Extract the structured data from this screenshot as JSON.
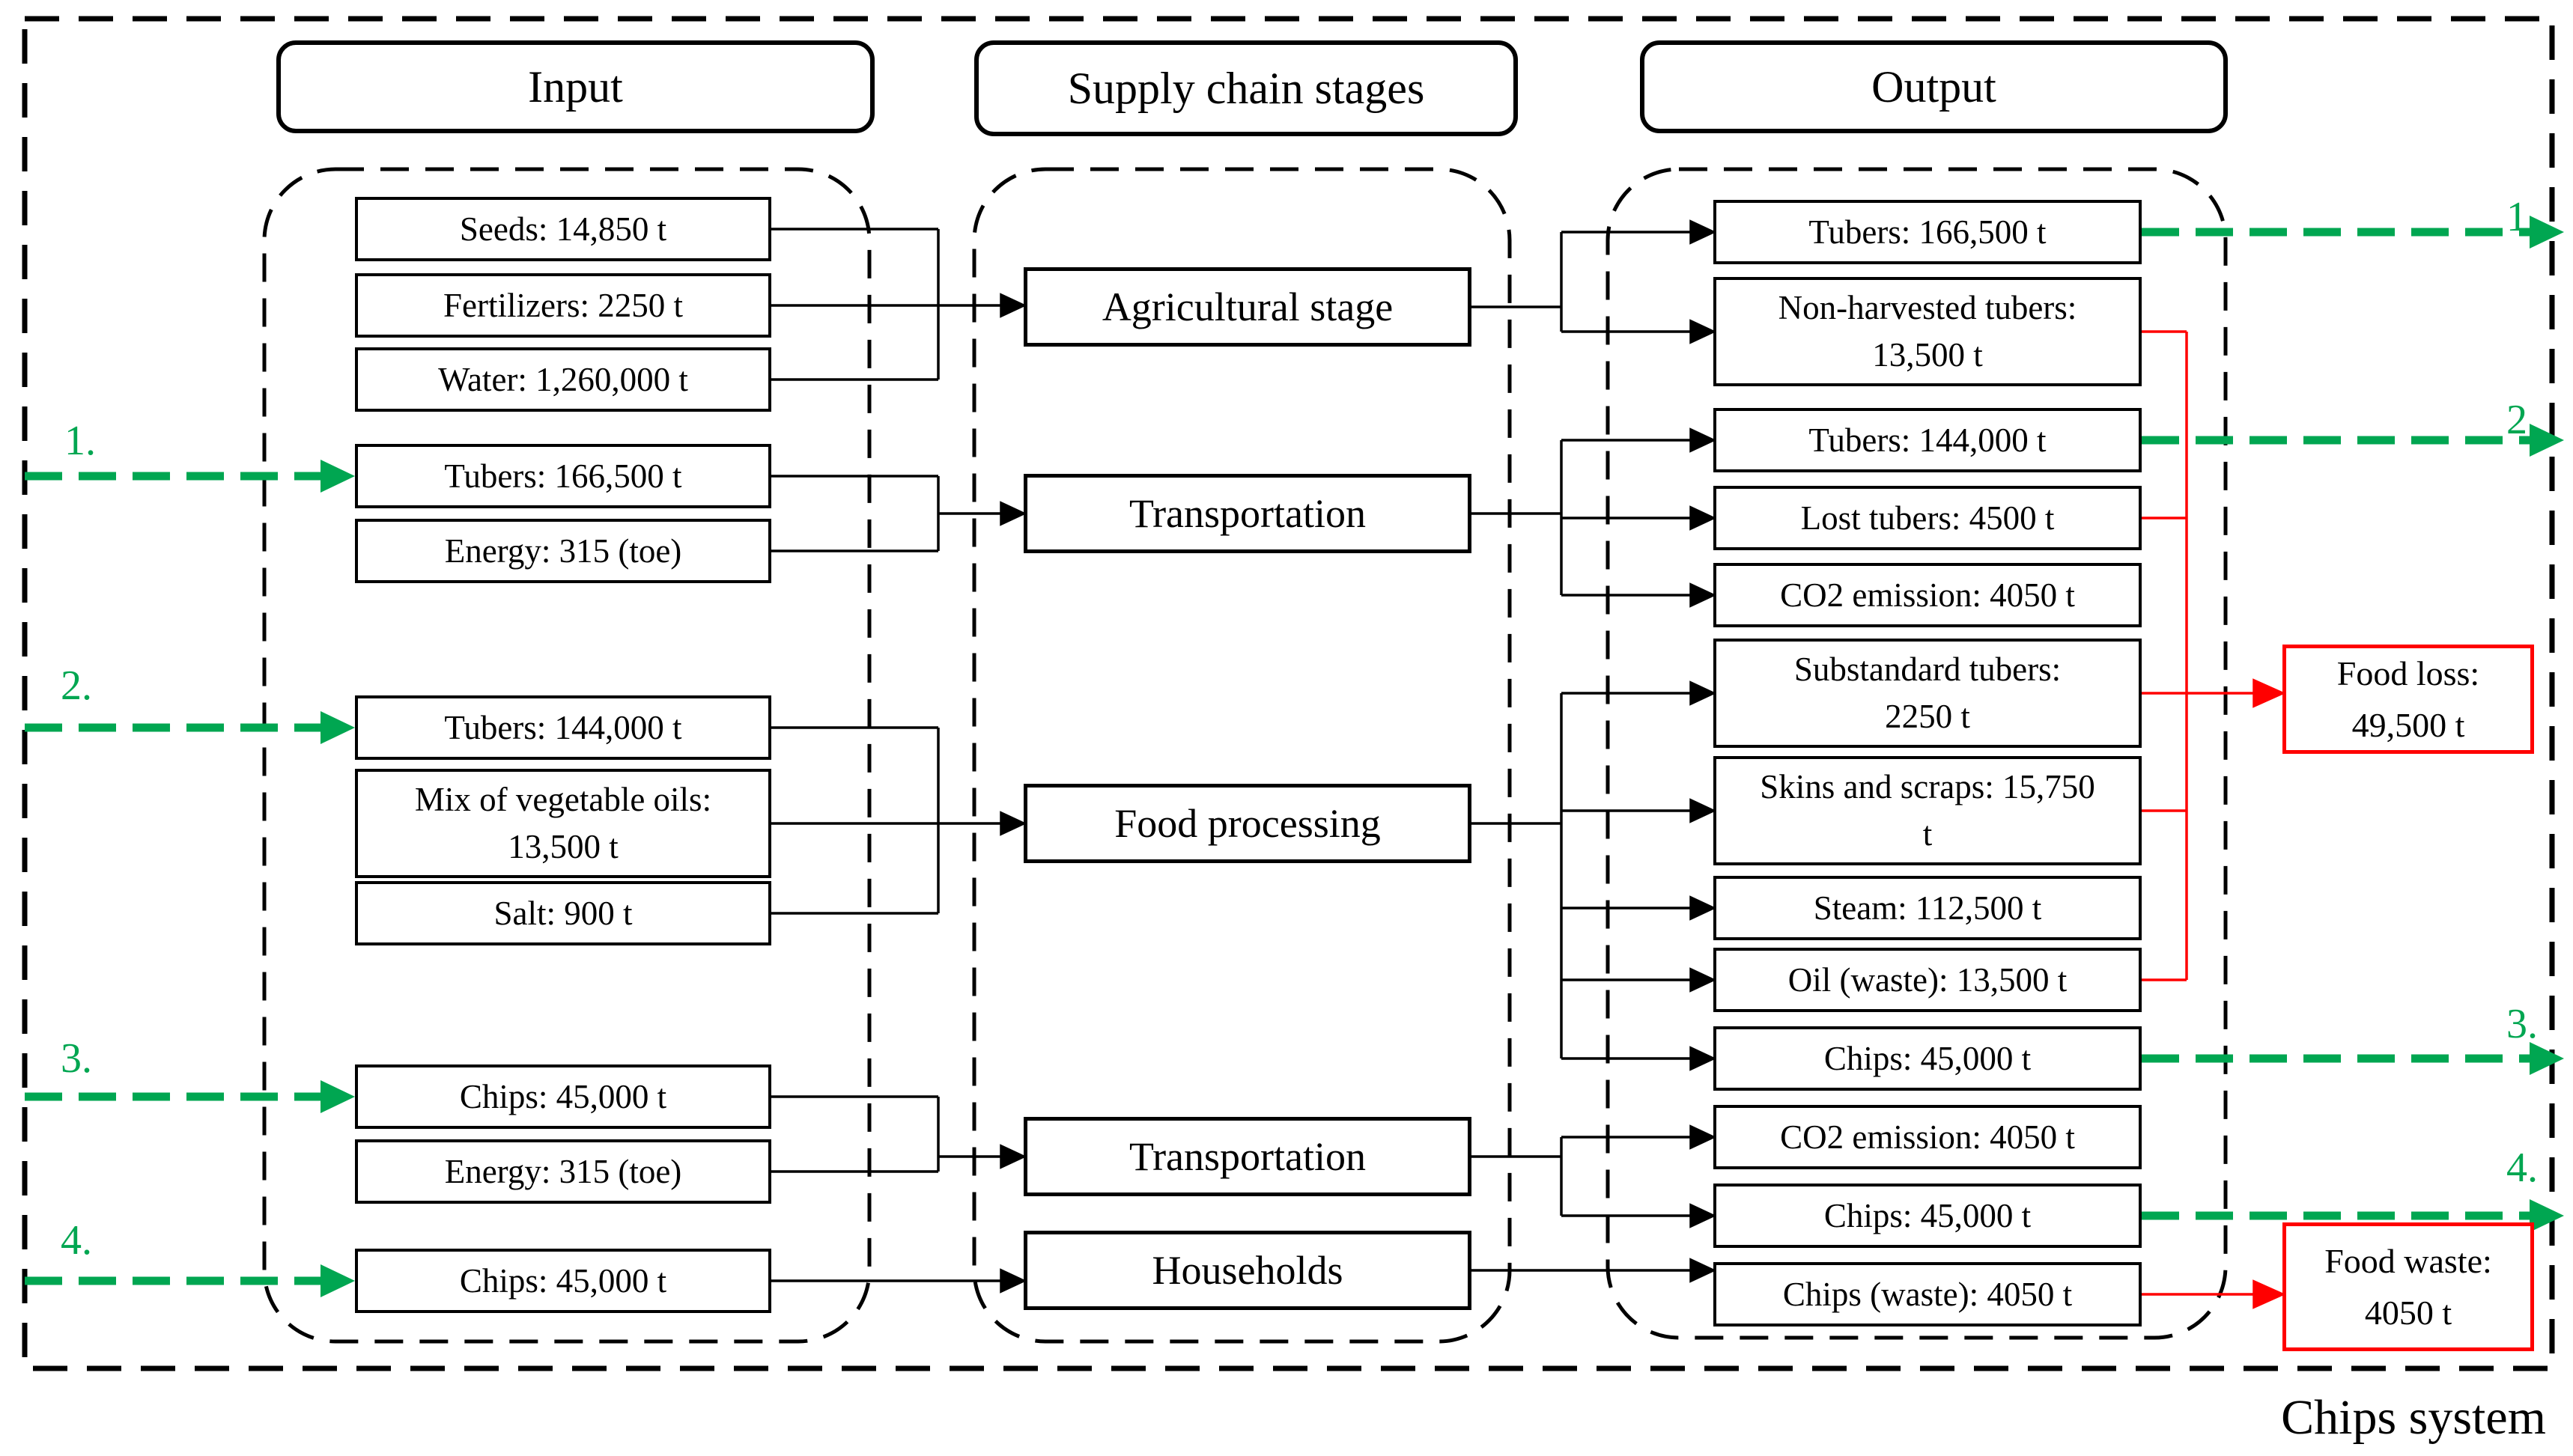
{
  "system_title": "Chips system",
  "headers": {
    "input": "Input",
    "stages": "Supply chain stages",
    "output": "Output"
  },
  "input_boxes": [
    {
      "label": "Seeds: 14,850 t"
    },
    {
      "label": "Fertilizers: 2250 t"
    },
    {
      "label": "Water: 1,260,000 t"
    },
    {
      "label": "Tubers: 166,500 t"
    },
    {
      "label": "Energy: 315 (toe)"
    },
    {
      "label": "Tubers: 144,000 t"
    },
    {
      "label": "Mix of vegetable oils: 13,500 t"
    },
    {
      "label": "Salt: 900 t"
    },
    {
      "label": "Chips: 45,000 t"
    },
    {
      "label": "Energy: 315 (toe)"
    },
    {
      "label": "Chips: 45,000 t"
    }
  ],
  "stage_boxes": [
    {
      "label": "Agricultural stage"
    },
    {
      "label": "Transportation"
    },
    {
      "label": "Food processing"
    },
    {
      "label": "Transportation"
    },
    {
      "label": "Households"
    }
  ],
  "output_boxes": [
    {
      "label": "Tubers: 166,500 t"
    },
    {
      "label": "Non-harvested tubers: 13,500 t"
    },
    {
      "label": "Tubers: 144,000 t"
    },
    {
      "label": "Lost tubers: 4500 t"
    },
    {
      "label": "CO2 emission: 4050 t"
    },
    {
      "label": "Substandard tubers: 2250 t"
    },
    {
      "label": "Skins and scraps: 15,750 t"
    },
    {
      "label": "Steam: 112,500 t"
    },
    {
      "label": "Oil (waste): 13,500 t"
    },
    {
      "label": "Chips: 45,000 t"
    },
    {
      "label": "CO2 emission: 4050 t"
    },
    {
      "label": "Chips: 45,000 t"
    },
    {
      "label": "Chips (waste): 4050 t"
    }
  ],
  "loss_boxes": [
    {
      "label": "Food loss: 49,500 t"
    },
    {
      "label": "Food waste: 4050 t"
    }
  ],
  "flow_labels": {
    "left": [
      "1.",
      "2.",
      "3.",
      "4."
    ],
    "right": [
      "1.",
      "2.",
      "3.",
      "4."
    ]
  },
  "colors": {
    "flow_green": "#00A651",
    "loss_red": "#FF0000",
    "line_black": "#000000"
  }
}
